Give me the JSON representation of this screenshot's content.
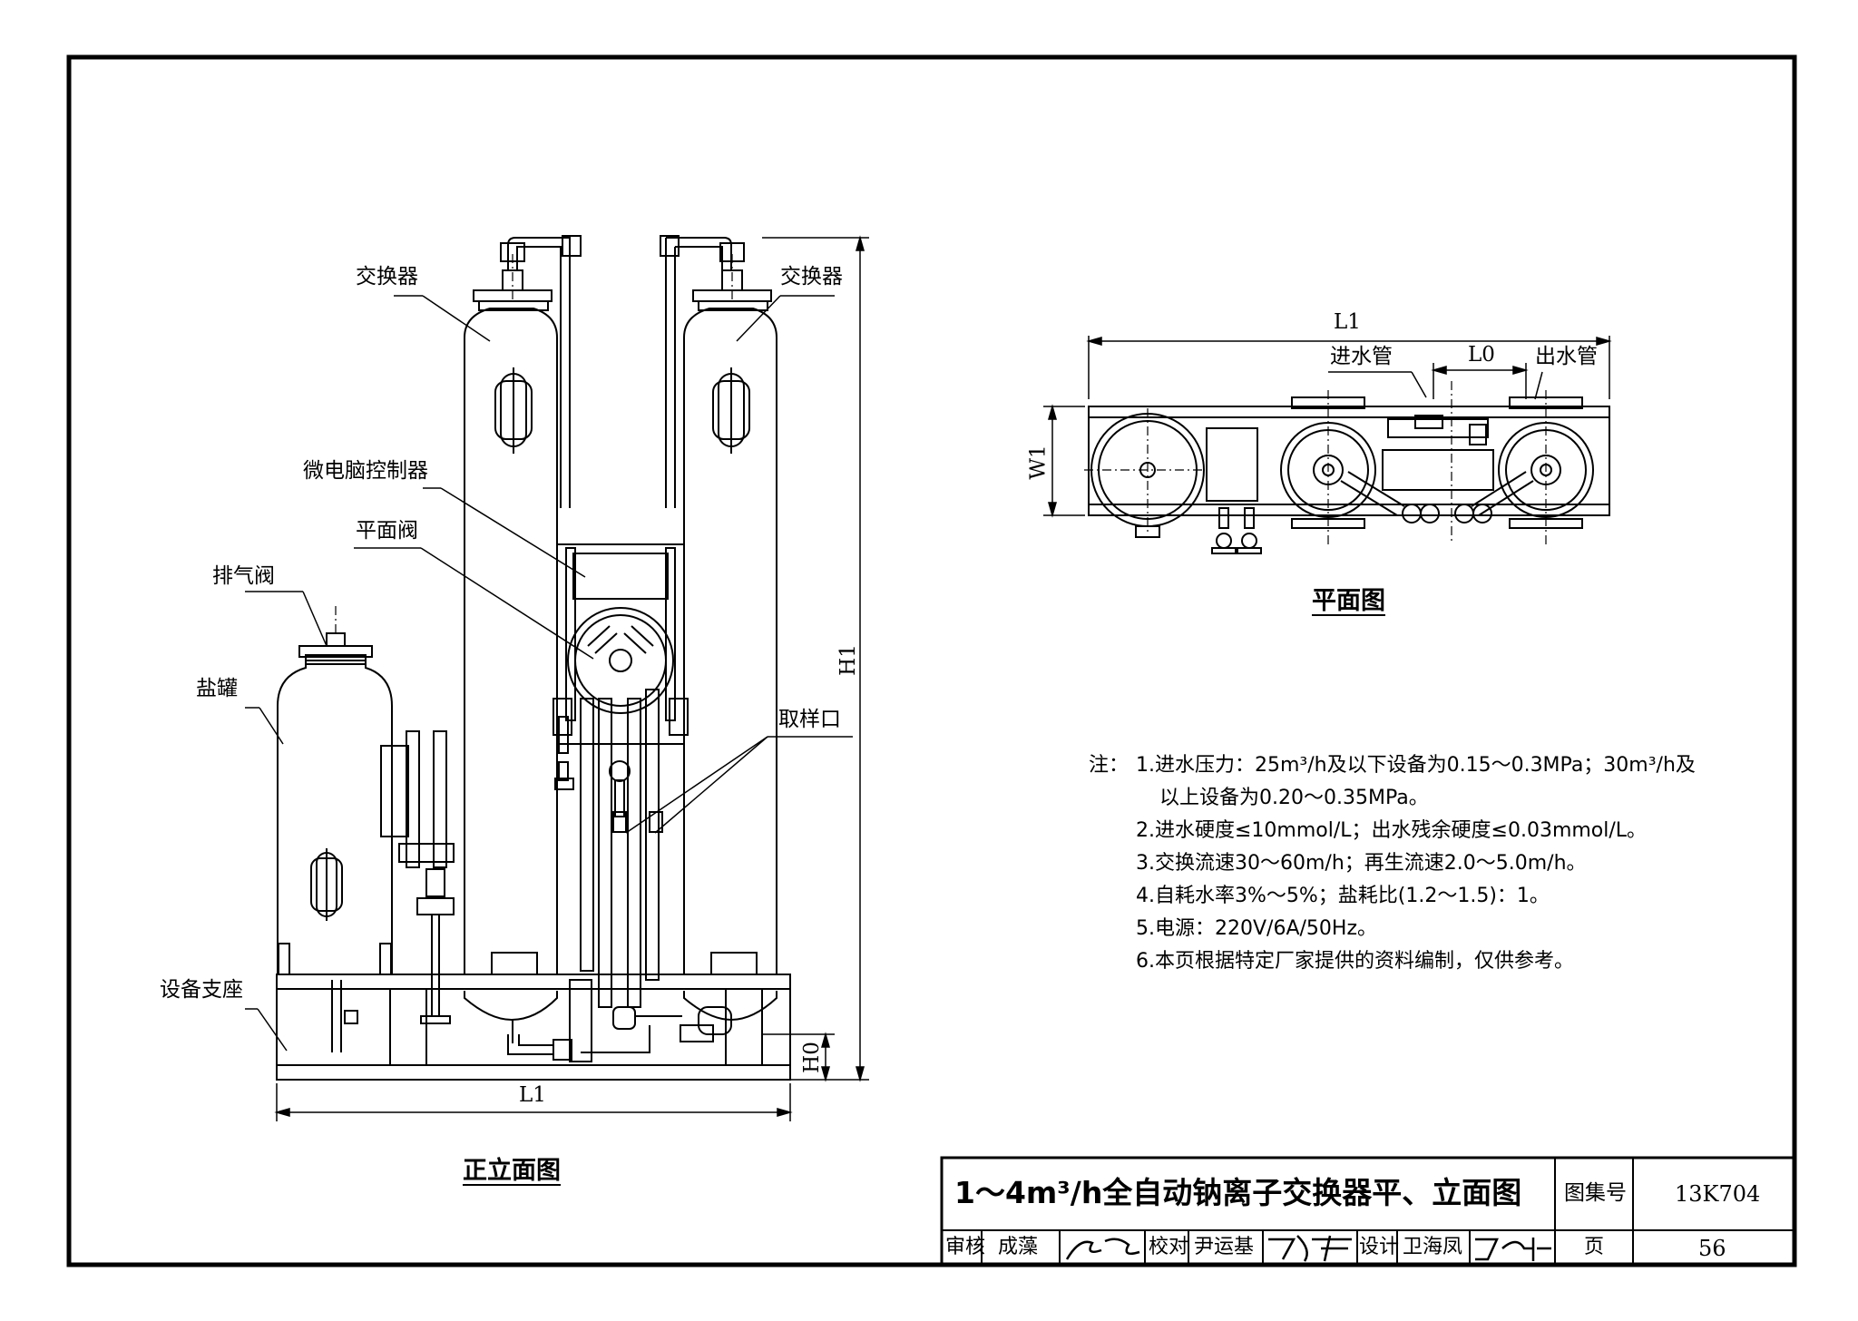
{
  "labels": {
    "exchanger_left": "交换器",
    "exchanger_right": "交换器",
    "controller": "微电脑控制器",
    "flat_valve": "平面阀",
    "vent_valve": "排气阀",
    "salt_tank": "盐罐",
    "sampling_port": "取样口",
    "equipment_base": "设备支座",
    "inlet_pipe": "进水管",
    "outlet_pipe": "出水管"
  },
  "dimensions": {
    "elev_L1": "L1",
    "elev_H1": "H1",
    "elev_H0": "H0",
    "plan_L1": "L1",
    "plan_L0": "L0",
    "plan_W1": "W1"
  },
  "views": {
    "elevation_title": "正立面图",
    "plan_title": "平面图"
  },
  "notes": {
    "prefix": "注：",
    "items": [
      "1.进水压力：25m³/h及以下设备为0.15～0.3MPa；30m³/h及",
      "以上设备为0.20～0.35MPa。",
      "2.进水硬度≤10mmol/L；出水残余硬度≤0.03mmol/L。",
      "3.交换流速30～60m/h；再生流速2.0～5.0m/h。",
      "4.自耗水率3%～5%；盐耗比(1.2～1.5)：1。",
      "5.电源：220V/6A/50Hz。",
      "6.本页根据特定厂家提供的资料编制，仅供参考。"
    ]
  },
  "title_block": {
    "drawing_title": "1～4m³/h全自动钠离子交换器平、立面图",
    "atlas_label": "图集号",
    "atlas_no": "13K704",
    "review_label": "审核",
    "reviewer": "成藻",
    "check_label": "校对",
    "checker": "尹运基",
    "design_label": "设计",
    "designer": "卫海凤",
    "page_label": "页",
    "page_no": "56"
  }
}
